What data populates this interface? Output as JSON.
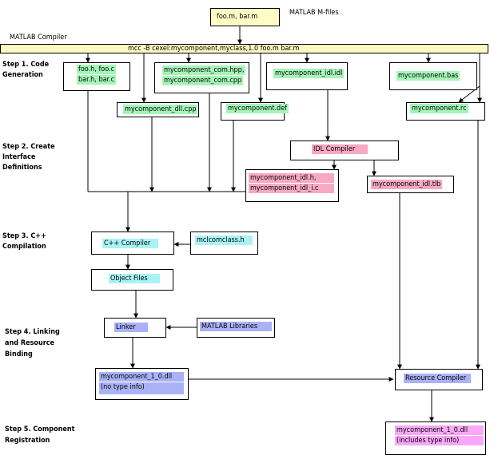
{
  "header": {
    "matlab_mfiles_label": "MATLAB M-files",
    "compiler_label": "MATLAB Compiler",
    "command": "mcc -B cexel:mycomponent,myclass,1.0 foo.m bar.m"
  },
  "steps": {
    "s1_line1": "Step 1. Code",
    "s1_line2": "Generation",
    "s2_line1": "Step 2. Create",
    "s2_line2": "Interface",
    "s2_line3": "Definitions",
    "s3_line1": "Step 3. C++",
    "s3_line2": "Compilation",
    "s4_line1": "Step 4. Linking",
    "s4_line2": "and Resource",
    "s4_line3": "Binding",
    "s5_line1": "Step 5. Component",
    "s5_line2": "Registration"
  },
  "nodes": {
    "mfiles": "foo.m, bar.m",
    "foo_h_line1": "foo.h, foo.c",
    "foo_h_line2": "bar.h, bar.c",
    "com_line1": "mycomponent_com.hpp,",
    "com_line2": "mycomponent_com.cpp",
    "idl": "mycomponent_idl.idl",
    "bas": "mycomponent.bas",
    "dll_cpp": "mycomponent_dll.cpp",
    "def": "mycomponent.def",
    "rc": "mycomponent.rc",
    "idl_compiler": "IDL Compiler",
    "idl_out_line1": "mycomponent_idl.h,",
    "idl_out_line2": "mycomponent_idl_i.c",
    "tlb": "mycomponent_idl.tlb",
    "cpp_compiler": "C++ Compiler",
    "mclcomclass": "mclcomclass.h",
    "object_files": "Object Files",
    "linker": "Linker",
    "matlab_libraries": "MATLAB Libraries",
    "dll_notype_line1": "mycomponent_1_0.dll",
    "dll_notype_line2": "(no type info)",
    "resource_compiler": "Resource Compiler",
    "dll_type_line1": "mycomponent_1_0.dll",
    "dll_type_line2": "(includes type info)"
  },
  "colors": {
    "source": "#a6f5b8",
    "idl_generated": "#f7a9c3",
    "cpp_tools": "#a9f3f5",
    "linking": "#aab2f7",
    "mfiles": "#fefbc7",
    "final": "#f9a8f7",
    "command_bar": "#fdf9c2"
  }
}
